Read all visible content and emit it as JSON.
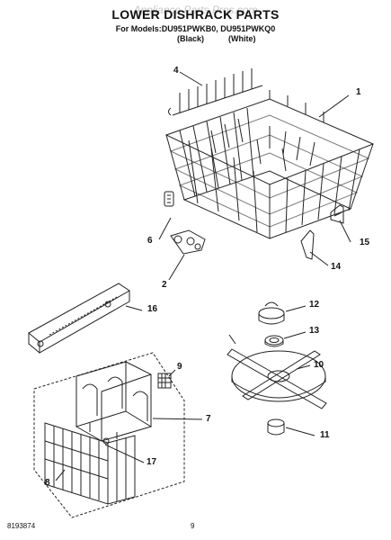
{
  "header": {
    "watermark": "Appliance Parts Pros.com",
    "title": "LOWER DISHRACK PARTS",
    "models_line": "For Models:DU951PWKB0, DU951PWKQ0",
    "color_black": "(Black)",
    "color_white": "(White)"
  },
  "callouts": {
    "c1": "1",
    "c2": "2",
    "c4": "4",
    "c6": "6",
    "c7": "7",
    "c8": "8",
    "c9": "9",
    "c10": "10",
    "c11": "11",
    "c12": "12",
    "c13": "13",
    "c14": "14",
    "c15": "15",
    "c16": "16",
    "c17": "17"
  },
  "footer": {
    "doc_number": "8193874",
    "page_number": "9"
  }
}
